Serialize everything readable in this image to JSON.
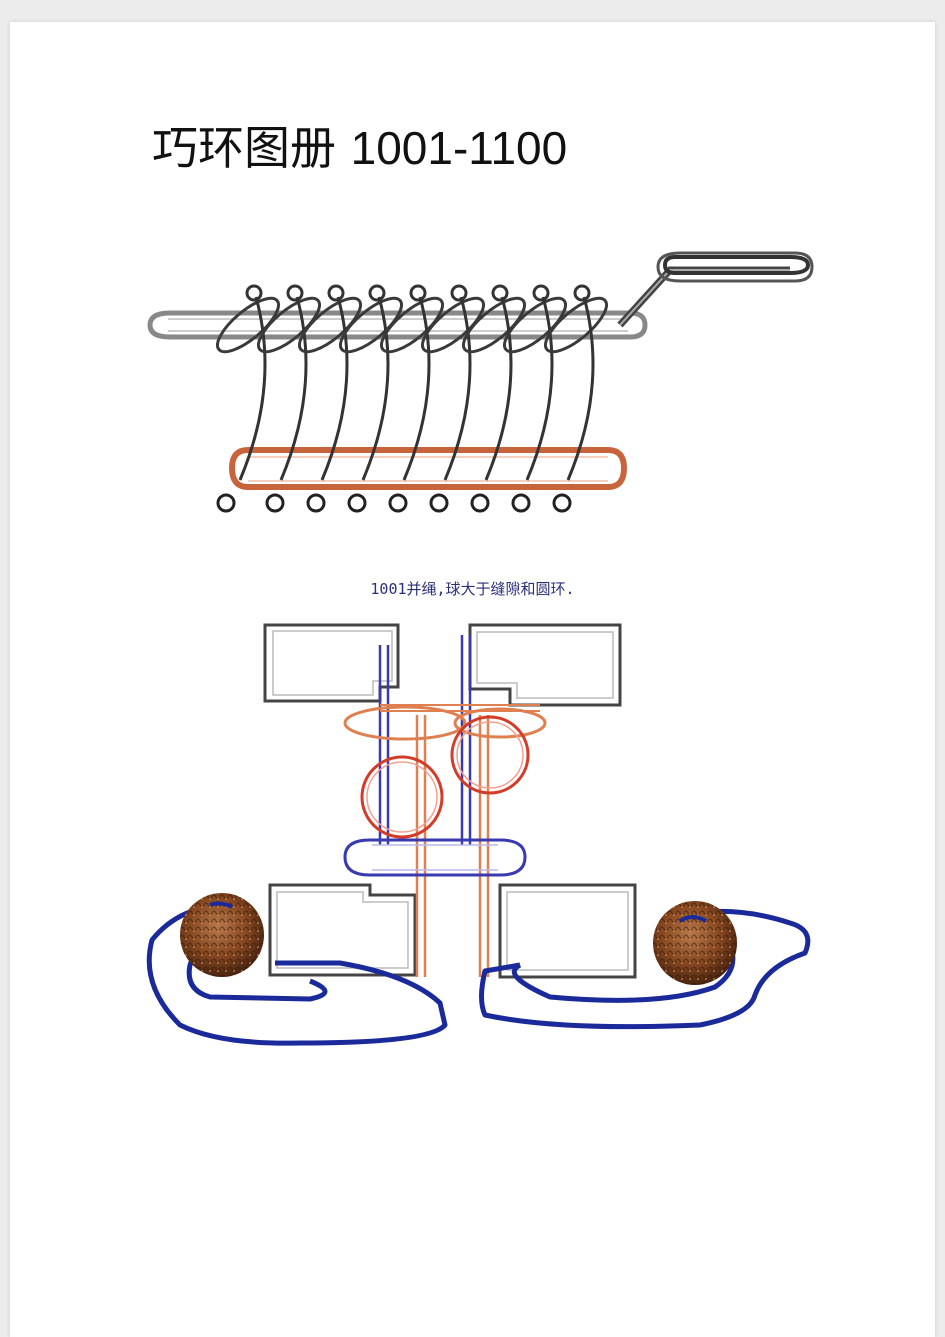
{
  "document": {
    "title_cjk": "巧环图册",
    "title_range": "1001-1100",
    "figure2_caption": "1001并绳,球大于缝隙和圆环."
  },
  "colors": {
    "dark_wire": "#333333",
    "handle_grey": "#777777",
    "orange_ring": "#c8643c",
    "blue_rope": "#1a2a9a",
    "red_ring": "#d23c28",
    "ball_brown": "#8a4a22"
  },
  "figure1": {
    "puzzle": "nine-linked-rings",
    "ring_count": 9
  }
}
